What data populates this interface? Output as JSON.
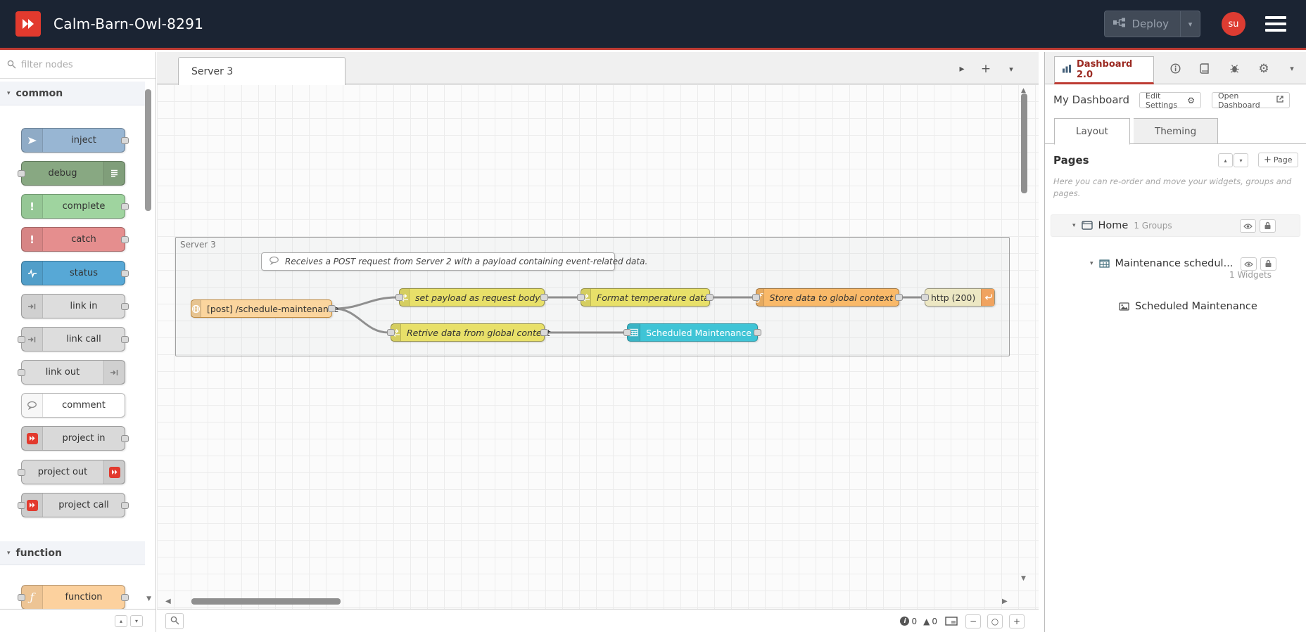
{
  "header": {
    "title": "Calm-Barn-Owl-8291",
    "deploy_label": "Deploy",
    "user_initials": "su"
  },
  "palette": {
    "search_placeholder": "filter nodes",
    "categories": [
      {
        "label": "common",
        "nodes": [
          {
            "label": "inject",
            "color": "#98b6d3"
          },
          {
            "label": "debug",
            "color": "#88a882"
          },
          {
            "label": "complete",
            "color": "#9fd49f"
          },
          {
            "label": "catch",
            "color": "#e58e8e"
          },
          {
            "label": "status",
            "color": "#57a8d6"
          },
          {
            "label": "link in",
            "color": "#dddddd"
          },
          {
            "label": "link call",
            "color": "#dddddd"
          },
          {
            "label": "link out",
            "color": "#dddddd"
          },
          {
            "label": "comment",
            "color": "#ffffff"
          },
          {
            "label": "project in",
            "color": "#d9d9d9"
          },
          {
            "label": "project out",
            "color": "#d9d9d9"
          },
          {
            "label": "project call",
            "color": "#d9d9d9"
          }
        ]
      },
      {
        "label": "function",
        "nodes": [
          {
            "label": "function",
            "color": "#fcd19e"
          }
        ]
      }
    ]
  },
  "workspace": {
    "tab_label": "Server 3",
    "group_label": "Server 3",
    "comment_text": "Receives a POST request from Server 2 with a payload containing event-related data.",
    "nodes": [
      {
        "label": "[post] /schedule-maintenance",
        "type": "http in",
        "color": "#fbd59e"
      },
      {
        "label": "set payload as request body",
        "type": "change",
        "color": "#e8e069"
      },
      {
        "label": "Format temperature data.",
        "type": "change",
        "color": "#e8e069"
      },
      {
        "label": "Store data to global context",
        "type": "function",
        "color": "#f9b969"
      },
      {
        "label": "http (200)",
        "type": "http response",
        "color": "#ece7c3"
      },
      {
        "label": "Retrive data from global context",
        "type": "change",
        "color": "#e8e069"
      },
      {
        "label": "Scheduled Maintenance",
        "type": "ui-table",
        "color": "#3fc4d6"
      }
    ]
  },
  "sidebar": {
    "tab_label": "Dashboard 2.0",
    "dashboard_title": "My Dashboard",
    "edit_settings_label": "Edit Settings",
    "open_dashboard_label": "Open Dashboard",
    "tabs": [
      "Layout",
      "Theming"
    ],
    "pages_heading": "Pages",
    "add_page_label": "Page",
    "help_text": "Here you can re-order and move your widgets, groups and pages.",
    "tree": {
      "page": {
        "label": "Home",
        "meta": "1 Groups"
      },
      "group": {
        "label": "Maintenance schedul...",
        "meta": "1 Widgets"
      },
      "widget": {
        "label": "Scheduled Maintenance"
      }
    }
  },
  "footer": {
    "info_count": "0",
    "warning_count": "0"
  },
  "colors": {
    "accent_red": "#bd3b33",
    "header_bg": "#1b2433",
    "logo_red": "#e23a2e"
  }
}
